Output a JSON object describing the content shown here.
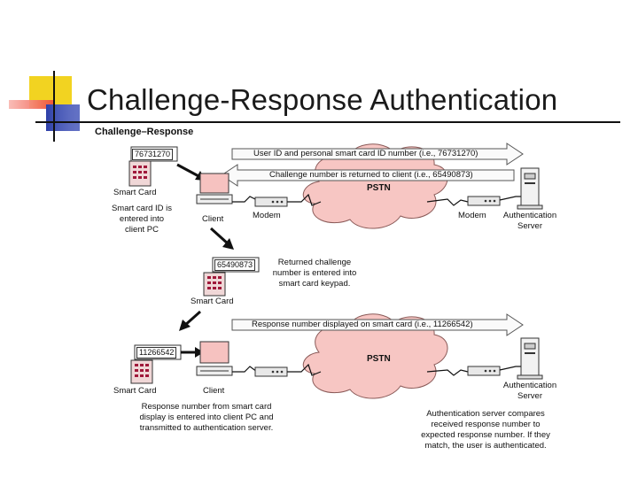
{
  "slide": {
    "title": "Challenge-Response Authentication",
    "diagram_header": "Challenge–Response"
  },
  "top": {
    "smart_card_id": "76731270",
    "smart_card_label": "Smart Card",
    "smart_card_note": [
      "Smart card ID is",
      "entered into",
      "client PC"
    ],
    "client_label": "Client",
    "modem_left": "Modem",
    "modem_right": "Modem",
    "network": "PSTN",
    "auth_server": [
      "Authentication",
      "Server"
    ],
    "arrow_user_id": "User ID and personal smart card ID number (i.e., 76731270)",
    "arrow_challenge": "Challenge number is returned to client (i.e., 65490873)"
  },
  "middle": {
    "smart_card_challenge": "65490873",
    "note": [
      "Returned challenge",
      "number is entered into",
      "smart card keypad."
    ],
    "smart_card_label": "Smart Card"
  },
  "bottom": {
    "smart_card_response": "11266542",
    "smart_card_label": "Smart Card",
    "client_label": "Client",
    "network": "PSTN",
    "auth_server": [
      "Authentication",
      "Server"
    ],
    "arrow_response": "Response number displayed on smart card (i.e., 11266542)",
    "client_note": [
      "Response number from smart card",
      "display is entered into client PC and",
      "transmitted to authentication server."
    ],
    "server_note": [
      "Authentication server compares",
      "received response number to",
      "expected response number. If they",
      "match, the user is authenticated."
    ]
  }
}
